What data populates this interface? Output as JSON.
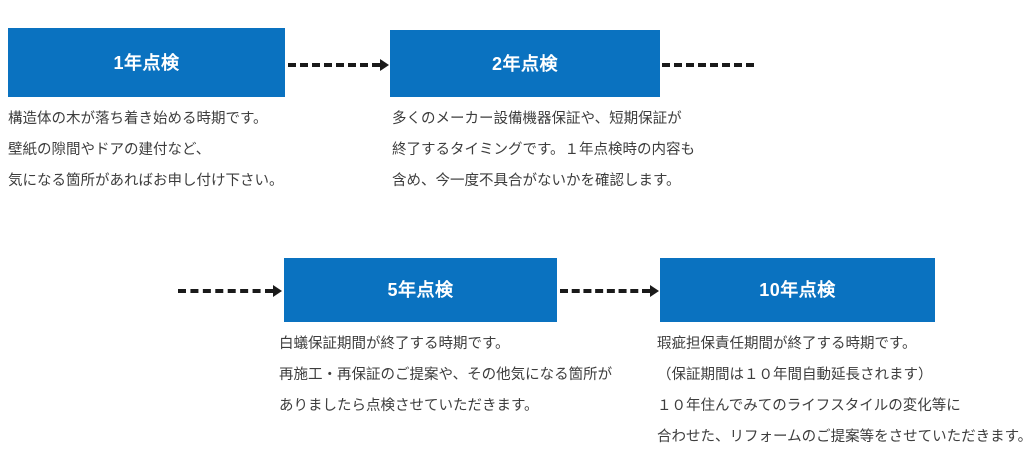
{
  "diagram": {
    "title_text": "",
    "accent_color": "#0A72C0",
    "box_text_color": "#FFFFFF",
    "caption_text_color": "#3D3D3D",
    "connector_color": "#1A1A1A",
    "nodes": [
      {
        "id": "year-1",
        "label": "1年点検",
        "caption_lines": [
          "構造体の木が落ち着き始める時期です。",
          "壁紙の隙間やドアの建付など、",
          "気になる箇所があればお申し付け下さい。"
        ]
      },
      {
        "id": "year-2",
        "label": "2年点検",
        "caption_lines": [
          "多くのメーカー設備機器保証や、短期保証が",
          "終了するタイミングです。１年点検時の内容も",
          "含め、今一度不具合がないかを確認します。"
        ]
      },
      {
        "id": "year-5",
        "label": "5年点検",
        "caption_lines": [
          "白蟻保証期間が終了する時期です。",
          "再施工・再保証のご提案や、その他気になる箇所が",
          "ありましたら点検させていただきます。"
        ]
      },
      {
        "id": "year-10",
        "label": "10年点検",
        "caption_lines": [
          "瑕疵担保責任期間が終了する時期です。",
          "（保証期間は１０年間自動延長されます）",
          "１０年住んでみてのライフスタイルの変化等に",
          "合わせた、リフォームのご提案等をさせていただきます。"
        ]
      }
    ],
    "connectors": [
      {
        "id": "year-1-to-year-2",
        "style": "dashed",
        "arrow": true
      },
      {
        "id": "year-2-to-next-row",
        "style": "dashed",
        "arrow": false
      },
      {
        "id": "previous-row-to-year-5",
        "style": "dashed",
        "arrow": true
      },
      {
        "id": "year-5-to-year-10",
        "style": "dashed",
        "arrow": true
      }
    ]
  }
}
